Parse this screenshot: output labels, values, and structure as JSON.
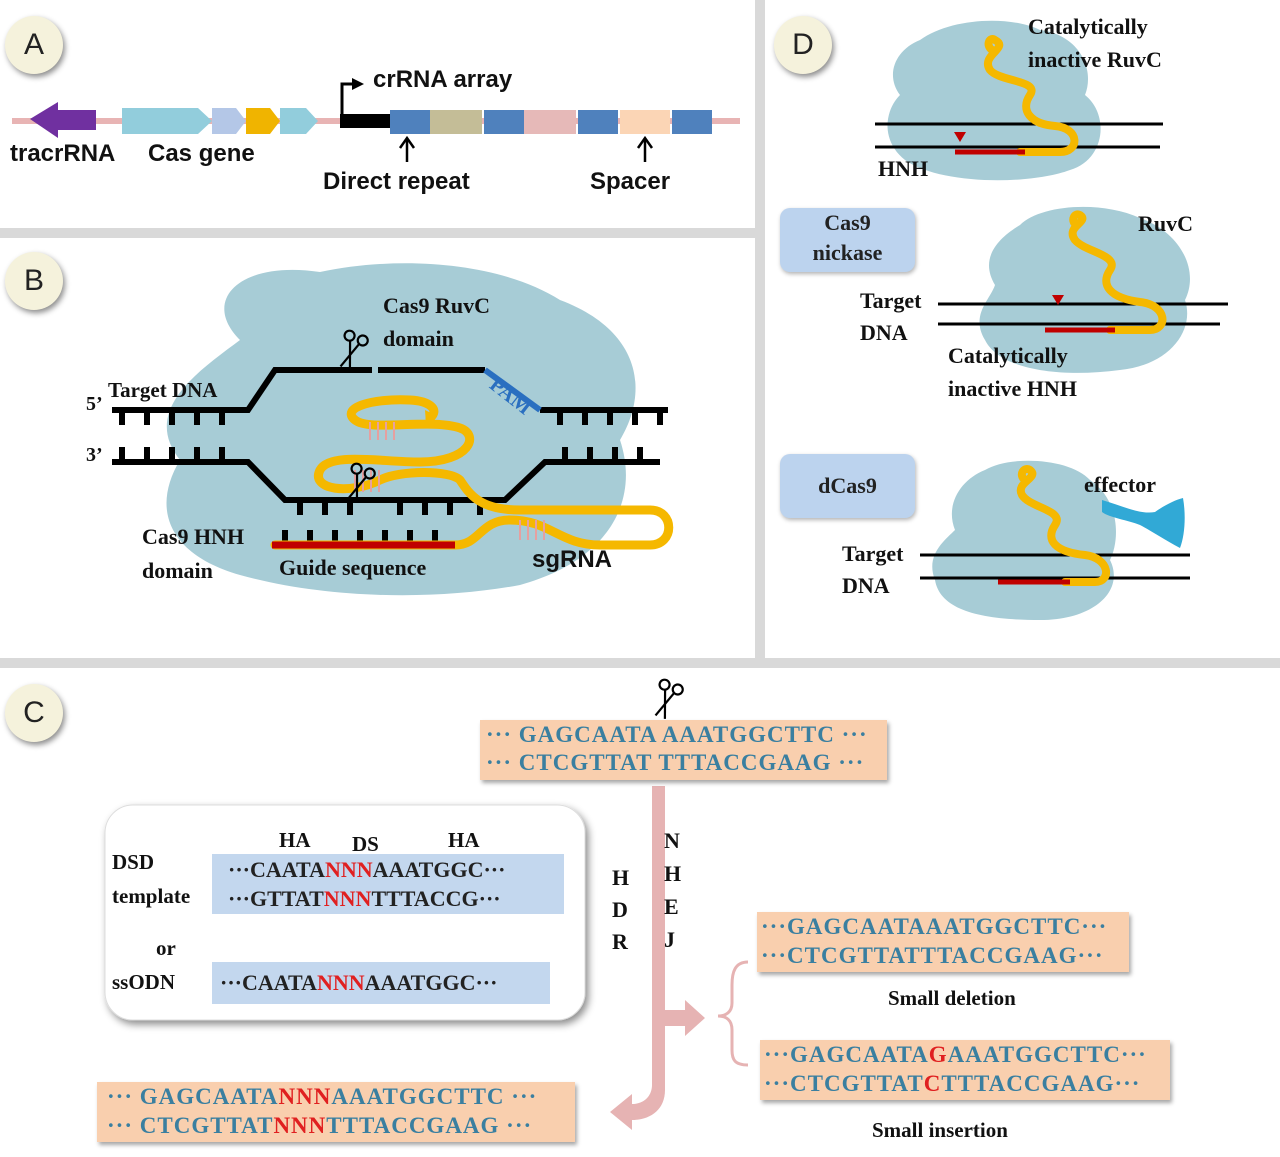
{
  "panels": {
    "a": "A",
    "b": "B",
    "c": "C",
    "d": "D"
  },
  "panel_a": {
    "tracrrna": "tracrRNA",
    "cas_gene": "Cas gene",
    "crrna_array": "crRNA  array",
    "direct_repeat": "Direct repeat",
    "spacer": "Spacer"
  },
  "panel_b": {
    "five_prime": "5’",
    "three_prime": "3’",
    "target_dna": "Target DNA",
    "ruvc_line1": "Cas9 RuvC",
    "ruvc_line2": "domain",
    "pam": "PAM",
    "hnh_line1": "Cas9 HNH",
    "hnh_line2": "domain",
    "guide_sequence": "Guide  sequence",
    "sgrna": "sgRNA"
  },
  "panel_d": {
    "cat_inactive_ruvc_1": "Catalytically",
    "cat_inactive_ruvc_2": "inactive RuvC",
    "hnh": "HNH",
    "nickase_1": "Cas9",
    "nickase_2": "nickase",
    "ruvc": "RuvC",
    "target_1": "Target",
    "dna_1": "DNA",
    "cat_inactive_hnh_1": "Catalytically",
    "cat_inactive_hnh_2": "inactive HNH",
    "dcas9": "dCas9",
    "effector": "effector",
    "target_2": "Target",
    "dna_2": "DNA"
  },
  "panel_c": {
    "top_seq_1": "··· GAGCAATA  AAATGGCTTC ···",
    "top_seq_2": "··· CTCGTTAT  TTTACCGAAG ···",
    "ha_left": "HA",
    "ds": "DS",
    "ha_right": "HA",
    "dsd_1": "DSD",
    "dsd_2": "template",
    "dsd_seq_1": {
      "pre": "···CAATA",
      "mid": "NNN",
      "post": "AAATGGC···"
    },
    "dsd_seq_2": {
      "pre": "···GTTAT",
      "mid": "NNN",
      "post": "TTTACCG···"
    },
    "or": "or",
    "ssodn": "ssODN",
    "ssodn_seq": {
      "pre": "···CAATA",
      "mid": "NNN",
      "post": "AAATGGC···"
    },
    "hdr_letters": [
      "H",
      "D",
      "R"
    ],
    "nhej_letters": [
      "N",
      "H",
      "E",
      "J"
    ],
    "del_seq_1": "···GAGCAATAAATGGCTTC···",
    "del_seq_2": "···CTCGTTATTTACCGAAG···",
    "small_deletion": "Small deletion",
    "ins_seq_1": {
      "pre": "···GAGCAATA",
      "mid": "G",
      "post": "AAATGGCTTC···"
    },
    "ins_seq_2": {
      "pre": "···CTCGTTAT",
      "mid": "C",
      "post": "TTTACCGAAG···"
    },
    "small_insertion": "Small insertion",
    "hdr_seq_1": {
      "pre": "··· GAGCAATA",
      "mid": "NNN",
      "post": "AAATGGCTTC ···"
    },
    "hdr_seq_2": {
      "pre": "··· CTCGTTAT",
      "mid": "NNN",
      "post": "TTTACCGAAG ···"
    }
  },
  "colors": {
    "cas9_body": "#a7ccd6",
    "sgrna": "#f5b800",
    "guide": "#c00000",
    "pam": "#2a6fc0",
    "flow_arrow": "#e6b3b3",
    "seq_box": "#f9cfae",
    "template_box": "#c3d7ee",
    "seq_text": "#3a7fa0",
    "mutation": "#e02020"
  },
  "icons": [
    "scissors-icon",
    "promoter-arrow-icon",
    "effector-icon"
  ]
}
